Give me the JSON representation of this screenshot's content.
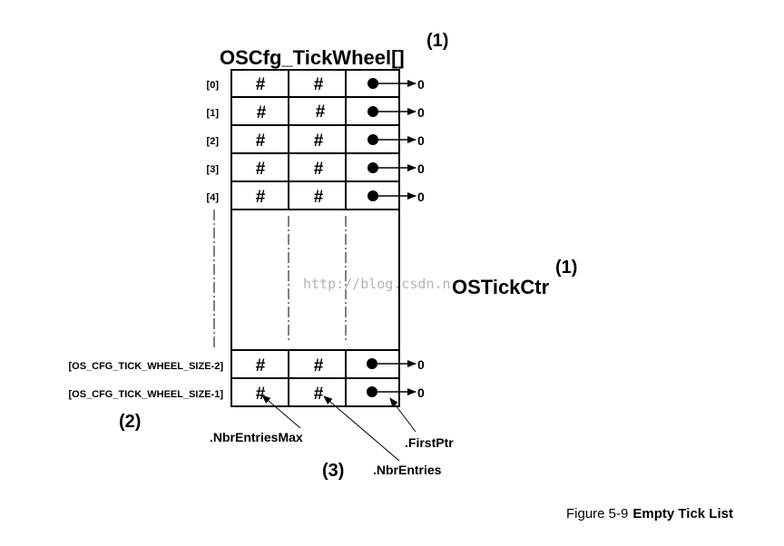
{
  "title": "OSCfg_TickWheel[]",
  "title_note": "(1)",
  "counter_label": "OSTickCtr",
  "counter_note": "(1)",
  "top_rows": [
    {
      "index": "[0]",
      "col1": "#",
      "col2": "#",
      "pointer_value": "0"
    },
    {
      "index": "[1]",
      "col1": "#",
      "col2": "#",
      "pointer_value": "0"
    },
    {
      "index": "[2]",
      "col1": "#",
      "col2": "#",
      "pointer_value": "0"
    },
    {
      "index": "[3]",
      "col1": "#",
      "col2": "#",
      "pointer_value": "0"
    },
    {
      "index": "[4]",
      "col1": "#",
      "col2": "#",
      "pointer_value": "0"
    }
  ],
  "bottom_rows": [
    {
      "index": "[OS_CFG_TICK_WHEEL_SIZE-2]",
      "col1": "#",
      "col2": "#",
      "pointer_value": "0"
    },
    {
      "index": "[OS_CFG_TICK_WHEEL_SIZE-1]",
      "col1": "#",
      "col2": "#",
      "pointer_value": "0"
    }
  ],
  "index_note": "(2)",
  "field_labels": {
    "nbr_entries_max": ".NbrEntriesMax",
    "first_ptr": ".FirstPtr",
    "nbr_entries": ".NbrEntries"
  },
  "field_note": "(3)",
  "watermark": "http://blog.csdn.n",
  "caption": {
    "prefix": "Figure 5-9",
    "title": "Empty Tick List"
  }
}
